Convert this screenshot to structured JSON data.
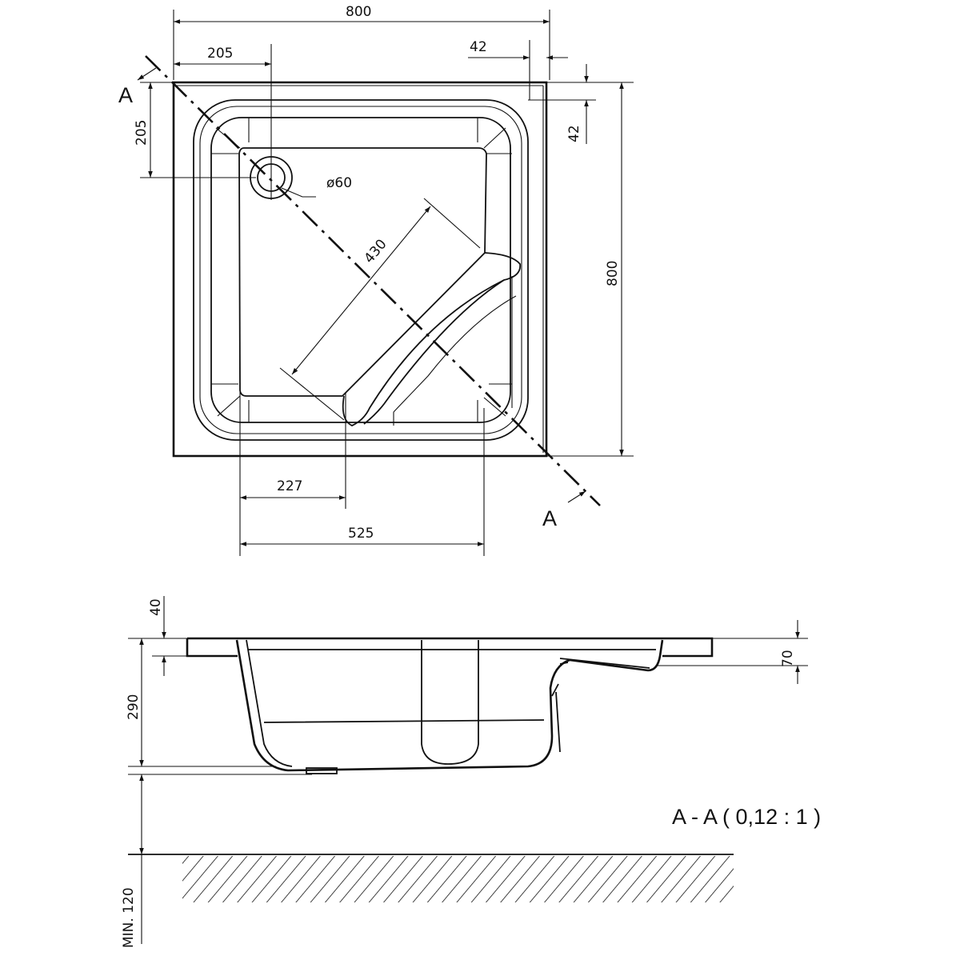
{
  "top_view": {
    "dims": {
      "width_total": "800",
      "drain_x": "205",
      "rim_right": "42",
      "rim_top": "42",
      "height_total": "800",
      "drain_y": "205",
      "drain_diameter": "ø60",
      "seat_diag": "430",
      "seat_start": "227",
      "seat_end": "525"
    },
    "section_marker_top": "A",
    "section_marker_bottom": "A"
  },
  "section_view": {
    "dims": {
      "rim_thickness": "40",
      "depth": "290",
      "seat_depth": "70",
      "floor_clearance": "MIN. 120"
    },
    "title": "A - A ( 0,12 : 1 )"
  }
}
